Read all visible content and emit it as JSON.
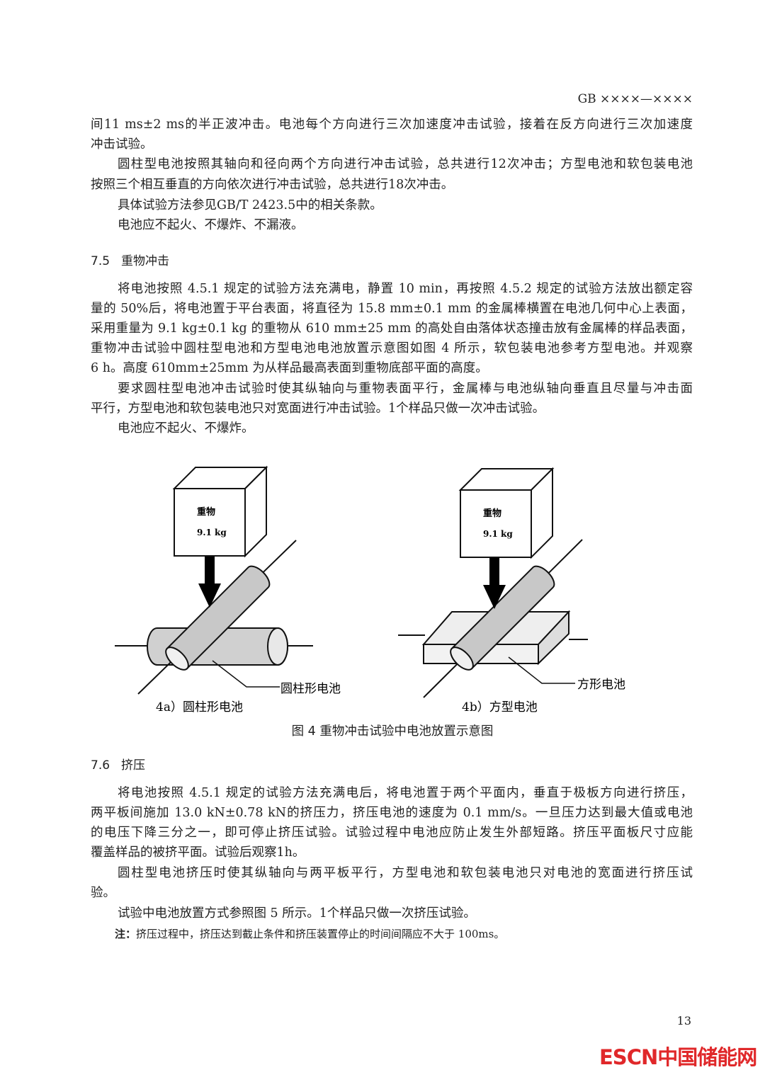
{
  "header": "GB ××××—××××",
  "section_prev": {
    "lines": [
      "间11 ms±2 ms的半正波冲击。电池每个方向进行三次加速度冲击试验，接着在反方向进行三次加速度",
      "冲击试验。",
      "圆柱型电池按照其轴向和径向两个方向进行冲击试验，总共进行12次冲击；方型电池和软包装电池",
      "按照三个相互垂直的方向依次进行冲击试验，总共进行18次冲击。",
      "具体试验方法参见GB/T 2423.5中的相关条款。",
      "电池应不起火、不爆炸、不漏液。"
    ]
  },
  "section_75": {
    "number": "7.5",
    "title": "重物冲击",
    "lines": [
      "将电池按照 4.5.1 规定的试验方法充满电，静置 10 min，再按照 4.5.2 规定的试验方法放出额定容",
      "量的 50%后，将电池置于平台表面，将直径为 15.8 mm±0.1 mm 的金属棒横置在电池几何中心上表面，",
      "采用重量为 9.1 kg±0.1 kg 的重物从 610 mm±25 mm 的高处自由落体状态撞击放有金属棒的样品表面，",
      "重物冲击试验中圆柱型电池和方型电池电池放置示意图如图 4 所示，软包装电池参考方型电池。并观察",
      "6 h。高度 610mm±25mm 为从样品最高表面到重物底部平面的高度。",
      "要求圆柱型电池冲击试验时使其纵轴向与重物表面平行，金属棒与电池纵轴向垂直且尽量与冲击面",
      "平行，方型电池和软包装电池只对宽面进行冲击试验。1个样品只做一次冲击试验。",
      "电池应不起火、不爆炸。"
    ]
  },
  "figure4": {
    "weight_label": "重物",
    "weight_value": "9.1 kg",
    "left_callout": "圆柱形电池",
    "right_callout": "方形电池",
    "left_sublabel": "4a）圆柱形电池",
    "right_sublabel": "4b）方型电池",
    "caption": "图 4  重物冲击试验中电池放置示意图"
  },
  "section_76": {
    "number": "7.6",
    "title": "挤压",
    "lines": [
      "将电池按照 4.5.1 规定的试验方法充满电后，将电池置于两个平面内，垂直于极板方向进行挤压，",
      "两平板间施加 13.0 kN±0.78 kN的挤压力，挤压电池的速度为 0.1 mm/s。一旦压力达到最大值或电池",
      "的电压下降三分之一，即可停止挤压试验。试验过程中电池应防止发生外部短路。挤压平面板尺寸应能",
      "覆盖样品的被挤平面。试验后观察1h。",
      "圆柱型电池挤压时使其纵轴向与两平板平行，方型电池和软包装电池只对电池的宽面进行挤压试",
      "验。",
      "试验中电池放置方式参照图 5 所示。1个样品只做一次挤压试验。"
    ],
    "note_label": "注：",
    "note_text": "挤压过程中，挤压达到截止条件和挤压装置停止的时间间隔应不大于 100ms。"
  },
  "page_number": "13",
  "watermark": "ESCN中国储能网"
}
